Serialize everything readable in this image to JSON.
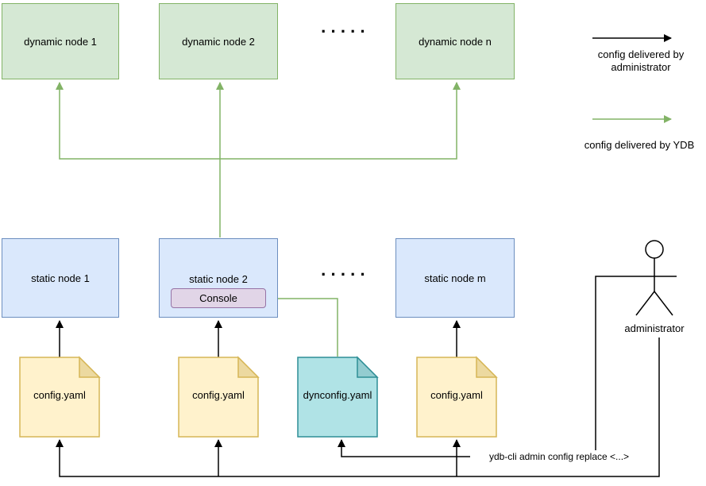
{
  "colors": {
    "green-fill": "#d5e8d4",
    "green-stroke": "#82b366",
    "blue-fill": "#dae8fc",
    "blue-stroke": "#6c8ebf",
    "purple-fill": "#e1d5e7",
    "purple-stroke": "#9673a6",
    "yellow-fill": "#fff2cc",
    "yellow-stroke": "#d6b656",
    "yellow-fold": "#ecd9a0",
    "teal-fill": "#b0e3e6",
    "teal-stroke": "#2e8e96",
    "teal-fold": "#93ccd0",
    "arrow-black": "#000000",
    "arrow-green": "#82b366"
  },
  "dynamic_nodes": [
    {
      "label": "dynamic node 1"
    },
    {
      "label": "dynamic node 2"
    },
    {
      "label": "dynamic node n"
    }
  ],
  "static_nodes": [
    {
      "label": "static node 1"
    },
    {
      "label": "static node 2"
    },
    {
      "label": "static node m"
    }
  ],
  "console": {
    "label": "Console"
  },
  "ellipsis": "·····",
  "documents": [
    {
      "label": "config.yaml"
    },
    {
      "label": "config.yaml"
    },
    {
      "label": "dynconfig.yaml"
    },
    {
      "label": "config.yaml"
    }
  ],
  "legend": {
    "admin": "config delivered by administrator",
    "ydb": "config delivered by YDB"
  },
  "administrator": {
    "label": "administrator"
  },
  "cli_command": "ydb-cli admin config replace <...>"
}
